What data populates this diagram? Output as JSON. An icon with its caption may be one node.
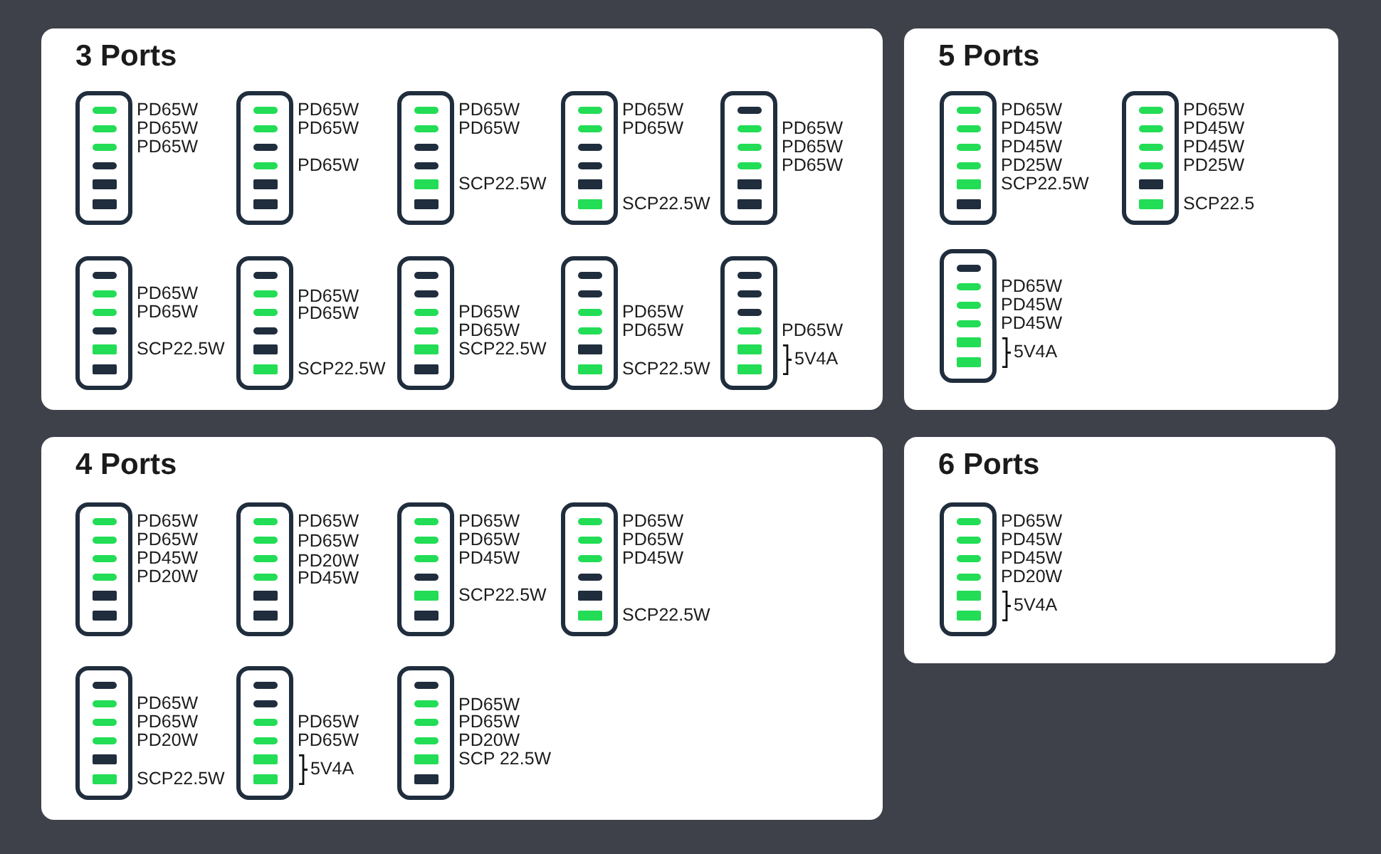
{
  "diagram": {
    "nodes": [
      {
        "text": [
          "3 Ports"
        ]
      },
      {
        "text": [],
        "shape": "box",
        "in": 0,
        "beside": [
          "PD65W",
          "PD65W",
          "PD65W"
        ]
      },
      {
        "text": [],
        "shape": "box",
        "in": 0,
        "beside": [
          "PD65W",
          "PD65W",
          "PD65W"
        ]
      },
      {
        "text": [],
        "shape": "box",
        "in": 0,
        "beside": [
          "PD65W",
          "PD65W",
          "SCP22.5W"
        ]
      },
      {
        "text": [],
        "shape": "box",
        "in": 0,
        "beside": [
          "PD65W",
          "PD65W",
          "SCP22.5W"
        ]
      },
      {
        "text": [],
        "shape": "box",
        "in": 0,
        "beside": [
          "PD65W",
          "PD65W",
          "PD65W"
        ]
      },
      {
        "text": [],
        "shape": "box",
        "in": 0,
        "beside": [
          "PD65W",
          "PD65W",
          "SCP22.5W"
        ]
      },
      {
        "text": [],
        "shape": "box",
        "in": 0,
        "beside": [
          "PD65W",
          "PD65W",
          "SCP22.5W"
        ]
      },
      {
        "text": [],
        "shape": "box",
        "in": 0,
        "beside": [
          "PD65W",
          "PD65W",
          "SCP22.5W"
        ]
      },
      {
        "text": [],
        "shape": "box",
        "in": 0,
        "beside": [
          "PD65W",
          "PD65W",
          "SCP22.5W"
        ]
      },
      {
        "text": [],
        "shape": "box",
        "in": 0,
        "beside": [
          "PD65W",
          "5V4A"
        ]
      },
      {
        "text": [
          "5 Ports"
        ]
      },
      {
        "text": [],
        "shape": "box",
        "in": 11,
        "beside": [
          "PD65W",
          "PD45W",
          "PD45W",
          "PD25W",
          "SCP22.5W"
        ]
      },
      {
        "text": [],
        "shape": "box",
        "in": 11,
        "beside": [
          "PD65W",
          "PD45W",
          "PD45W",
          "PD25W",
          "SCP22.5"
        ]
      },
      {
        "text": [],
        "shape": "box",
        "in": 11,
        "beside": [
          "PD65W",
          "PD45W",
          "PD45W",
          "5V4A"
        ]
      },
      {
        "text": [
          "4 Ports"
        ]
      },
      {
        "text": [],
        "shape": "box",
        "in": 15,
        "beside": [
          "PD65W",
          "PD65W",
          "PD45W",
          "PD20W"
        ]
      },
      {
        "text": [],
        "shape": "box",
        "in": 15,
        "beside": [
          "PD65W",
          "PD65W",
          "PD20W",
          "PD45W"
        ]
      },
      {
        "text": [],
        "shape": "box",
        "in": 15,
        "beside": [
          "PD65W",
          "PD65W",
          "PD45W",
          "SCP22.5W"
        ]
      },
      {
        "text": [],
        "shape": "box",
        "in": 15,
        "beside": [
          "PD65W",
          "PD65W",
          "PD45W",
          "SCP22.5W"
        ]
      },
      {
        "text": [],
        "shape": "box",
        "in": 15,
        "beside": [
          "PD65W",
          "PD65W",
          "PD20W",
          "SCP22.5W"
        ]
      },
      {
        "text": [],
        "shape": "box",
        "in": 15,
        "beside": [
          "PD65W",
          "PD65W",
          "5V4A"
        ]
      },
      {
        "text": [],
        "shape": "box",
        "in": 15,
        "beside": [
          "PD65W",
          "PD65W",
          "PD20W",
          "SCP 22.5W"
        ]
      },
      {
        "text": [
          "6 Ports"
        ]
      },
      {
        "text": [],
        "shape": "box",
        "in": 23,
        "beside": [
          "PD65W",
          "PD45W",
          "PD45W",
          "PD20W",
          "5V4A"
        ]
      }
    ]
  }
}
